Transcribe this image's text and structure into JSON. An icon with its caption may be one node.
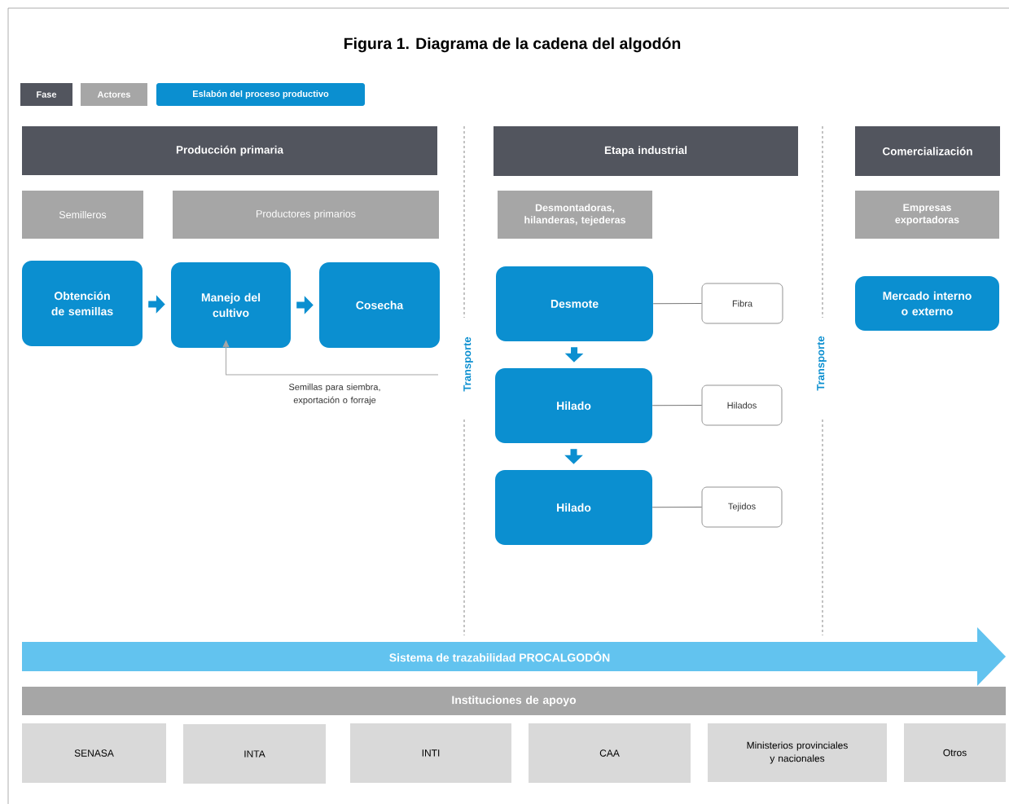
{
  "diagram": {
    "title": "Figura 1. Diagrama de la cadena del algodón",
    "nodes": [
      {
        "text": [
          "Producción primaria"
        ]
      },
      {
        "text": [
          "Etapa industrial"
        ]
      },
      {
        "text": [
          "Comercialización"
        ]
      },
      {
        "text": [
          "Semilleros"
        ]
      },
      {
        "text": [
          "Productores primarios"
        ]
      },
      {
        "text": [
          "Desmontadoras, hilanderas, tejederas"
        ]
      },
      {
        "text": [
          "Empresas exportadoras"
        ]
      },
      {
        "text": [
          "Obtención de semillas"
        ]
      },
      {
        "text": [
          "Manejo del cultivo"
        ]
      },
      {
        "text": [
          "Cosecha"
        ]
      },
      {
        "text": [
          "Desmote"
        ]
      },
      {
        "text": [
          "Hilado"
        ]
      },
      {
        "text": [
          "Hilado"
        ]
      },
      {
        "text": [
          "Fibra"
        ]
      },
      {
        "text": [
          "Hilados"
        ]
      },
      {
        "text": [
          "Tejidos"
        ]
      },
      {
        "text": [
          "Mercado interno o externo"
        ]
      },
      {
        "text": [
          "Sistema de trazabilidad PROCALGODÓN"
        ]
      },
      {
        "text": [
          "Instituciones de apoyo"
        ]
      },
      {
        "text": [
          "SENASA"
        ]
      },
      {
        "text": [
          "INTA"
        ]
      },
      {
        "text": [
          "INTI"
        ]
      },
      {
        "text": [
          "CAA"
        ]
      },
      {
        "text": [
          "Ministerios provinciales y nacionales"
        ]
      },
      {
        "text": [
          "Otros"
        ]
      }
    ],
    "edges": [
      {
        "from": 7,
        "to": 8,
        "arrow": "to",
        "style": "thick",
        "color": "#0b8fd0"
      },
      {
        "from": 8,
        "to": 9,
        "arrow": "to",
        "style": "thick",
        "color": "#0b8fd0"
      },
      {
        "from": 10,
        "to": 11,
        "arrow": "to",
        "style": "thick",
        "color": "#0b8fd0"
      },
      {
        "from": 11,
        "to": 12,
        "arrow": "to",
        "style": "thick",
        "color": "#0b8fd0"
      },
      {
        "from": 10,
        "to": 13,
        "arrow": "none",
        "color": "#777777"
      },
      {
        "from": 11,
        "to": 14,
        "arrow": "none",
        "color": "#777777"
      },
      {
        "from": 12,
        "to": 15,
        "arrow": "none",
        "color": "#777777"
      },
      {
        "from": null,
        "to": 8,
        "arrow": "to",
        "label": "Semillas para siembra, exportación o forraje",
        "color": "#a6a6a6"
      }
    ],
    "labels": [
      "Transporte",
      "Transporte"
    ],
    "legend": [
      {
        "text": "Fase",
        "color": "#52555e"
      },
      {
        "text": "Actores",
        "color": "#a6a6a6"
      },
      {
        "text": "Eslabón del proceso productivo",
        "color": "#0b8fd0"
      }
    ]
  }
}
